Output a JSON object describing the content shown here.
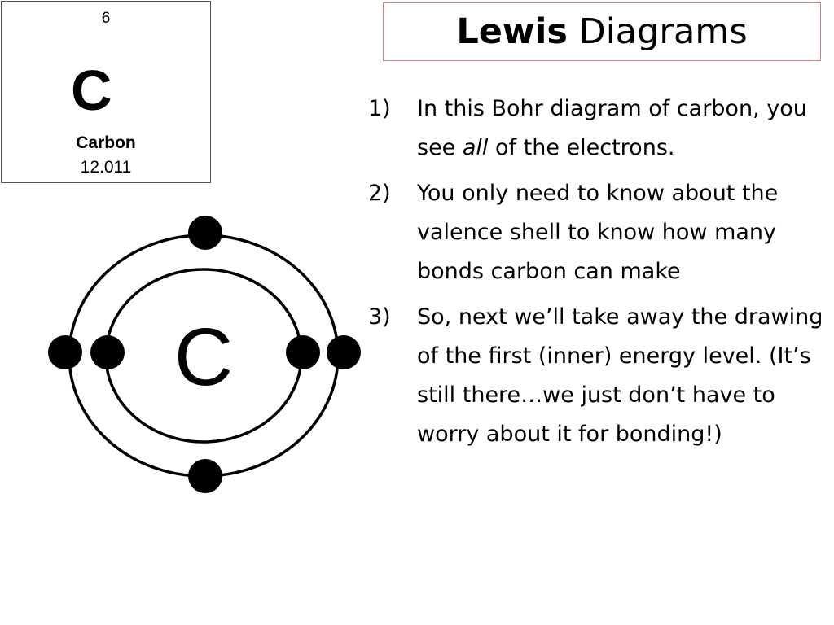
{
  "element_tile": {
    "atomic_number": "6",
    "symbol": "C",
    "name": "Carbon",
    "atomic_mass": "12.011"
  },
  "title": {
    "bold_part": "Lewis",
    "rest": " Diagrams"
  },
  "points": [
    {
      "number": "1)",
      "before": "In this Bohr diagram of carbon, you see ",
      "emphasis": "all",
      "after": " of the electrons."
    },
    {
      "number": "2)",
      "text": "You only need to know about the valence shell to know how many bonds carbon can make"
    },
    {
      "number": "3)",
      "text": "So, next we’ll take away the drawing of the first (inner) energy level. (It’s still there…we just don’t have to worry about it for bonding!)"
    }
  ],
  "bohr_diagram": {
    "nucleus_symbol": "C",
    "inner_shell_electrons": 2,
    "outer_shell_electrons": 4
  }
}
